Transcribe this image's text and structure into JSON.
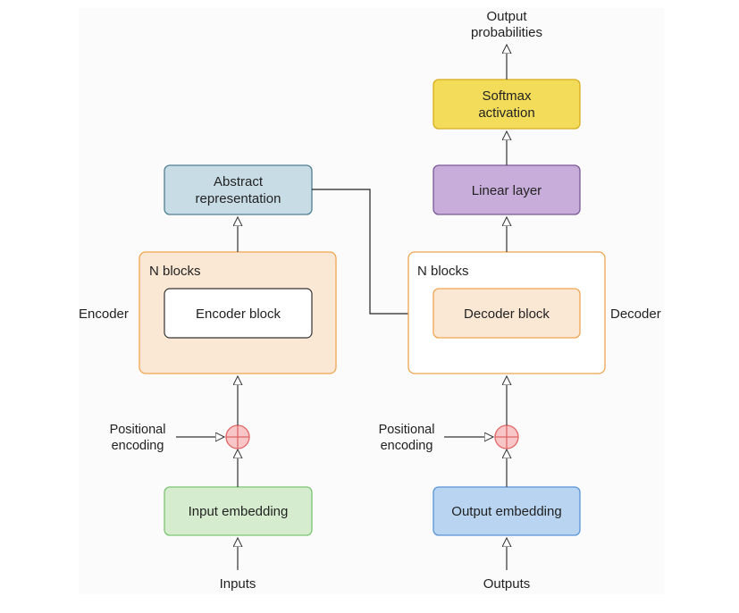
{
  "encoder": {
    "side_label": "Encoder",
    "blocks_label": "N blocks",
    "block_label": "Encoder block",
    "abstract_line1": "Abstract",
    "abstract_line2": "representation",
    "pos_line1": "Positional",
    "pos_line2": "encoding",
    "embedding_label": "Input embedding",
    "input_label": "Inputs"
  },
  "decoder": {
    "side_label": "Decoder",
    "blocks_label": "N blocks",
    "block_label": "Decoder block",
    "linear_label": "Linear layer",
    "softmax_line1": "Softmax",
    "softmax_line2": "activation",
    "output_line1": "Output",
    "output_line2": "probabilities",
    "pos_line1": "Positional",
    "pos_line2": "encoding",
    "embedding_label": "Output embedding",
    "input_label": "Outputs"
  },
  "colors": {
    "stack_fill": "#fbe8d4",
    "stack_border": "#f0a552",
    "abstract_fill": "#c8dce6",
    "abstract_border": "#4f7f92",
    "input_emb_fill": "#d6eccf",
    "input_emb_border": "#7cc672",
    "output_emb_fill": "#b8d4f0",
    "output_emb_border": "#5a94d8",
    "linear_fill": "#c8addb",
    "linear_border": "#7a5a96",
    "softmax_fill": "#f2dc5a",
    "softmax_border": "#d7ad1d",
    "plus_fill": "#f8c6c6",
    "plus_border": "#e06565"
  }
}
